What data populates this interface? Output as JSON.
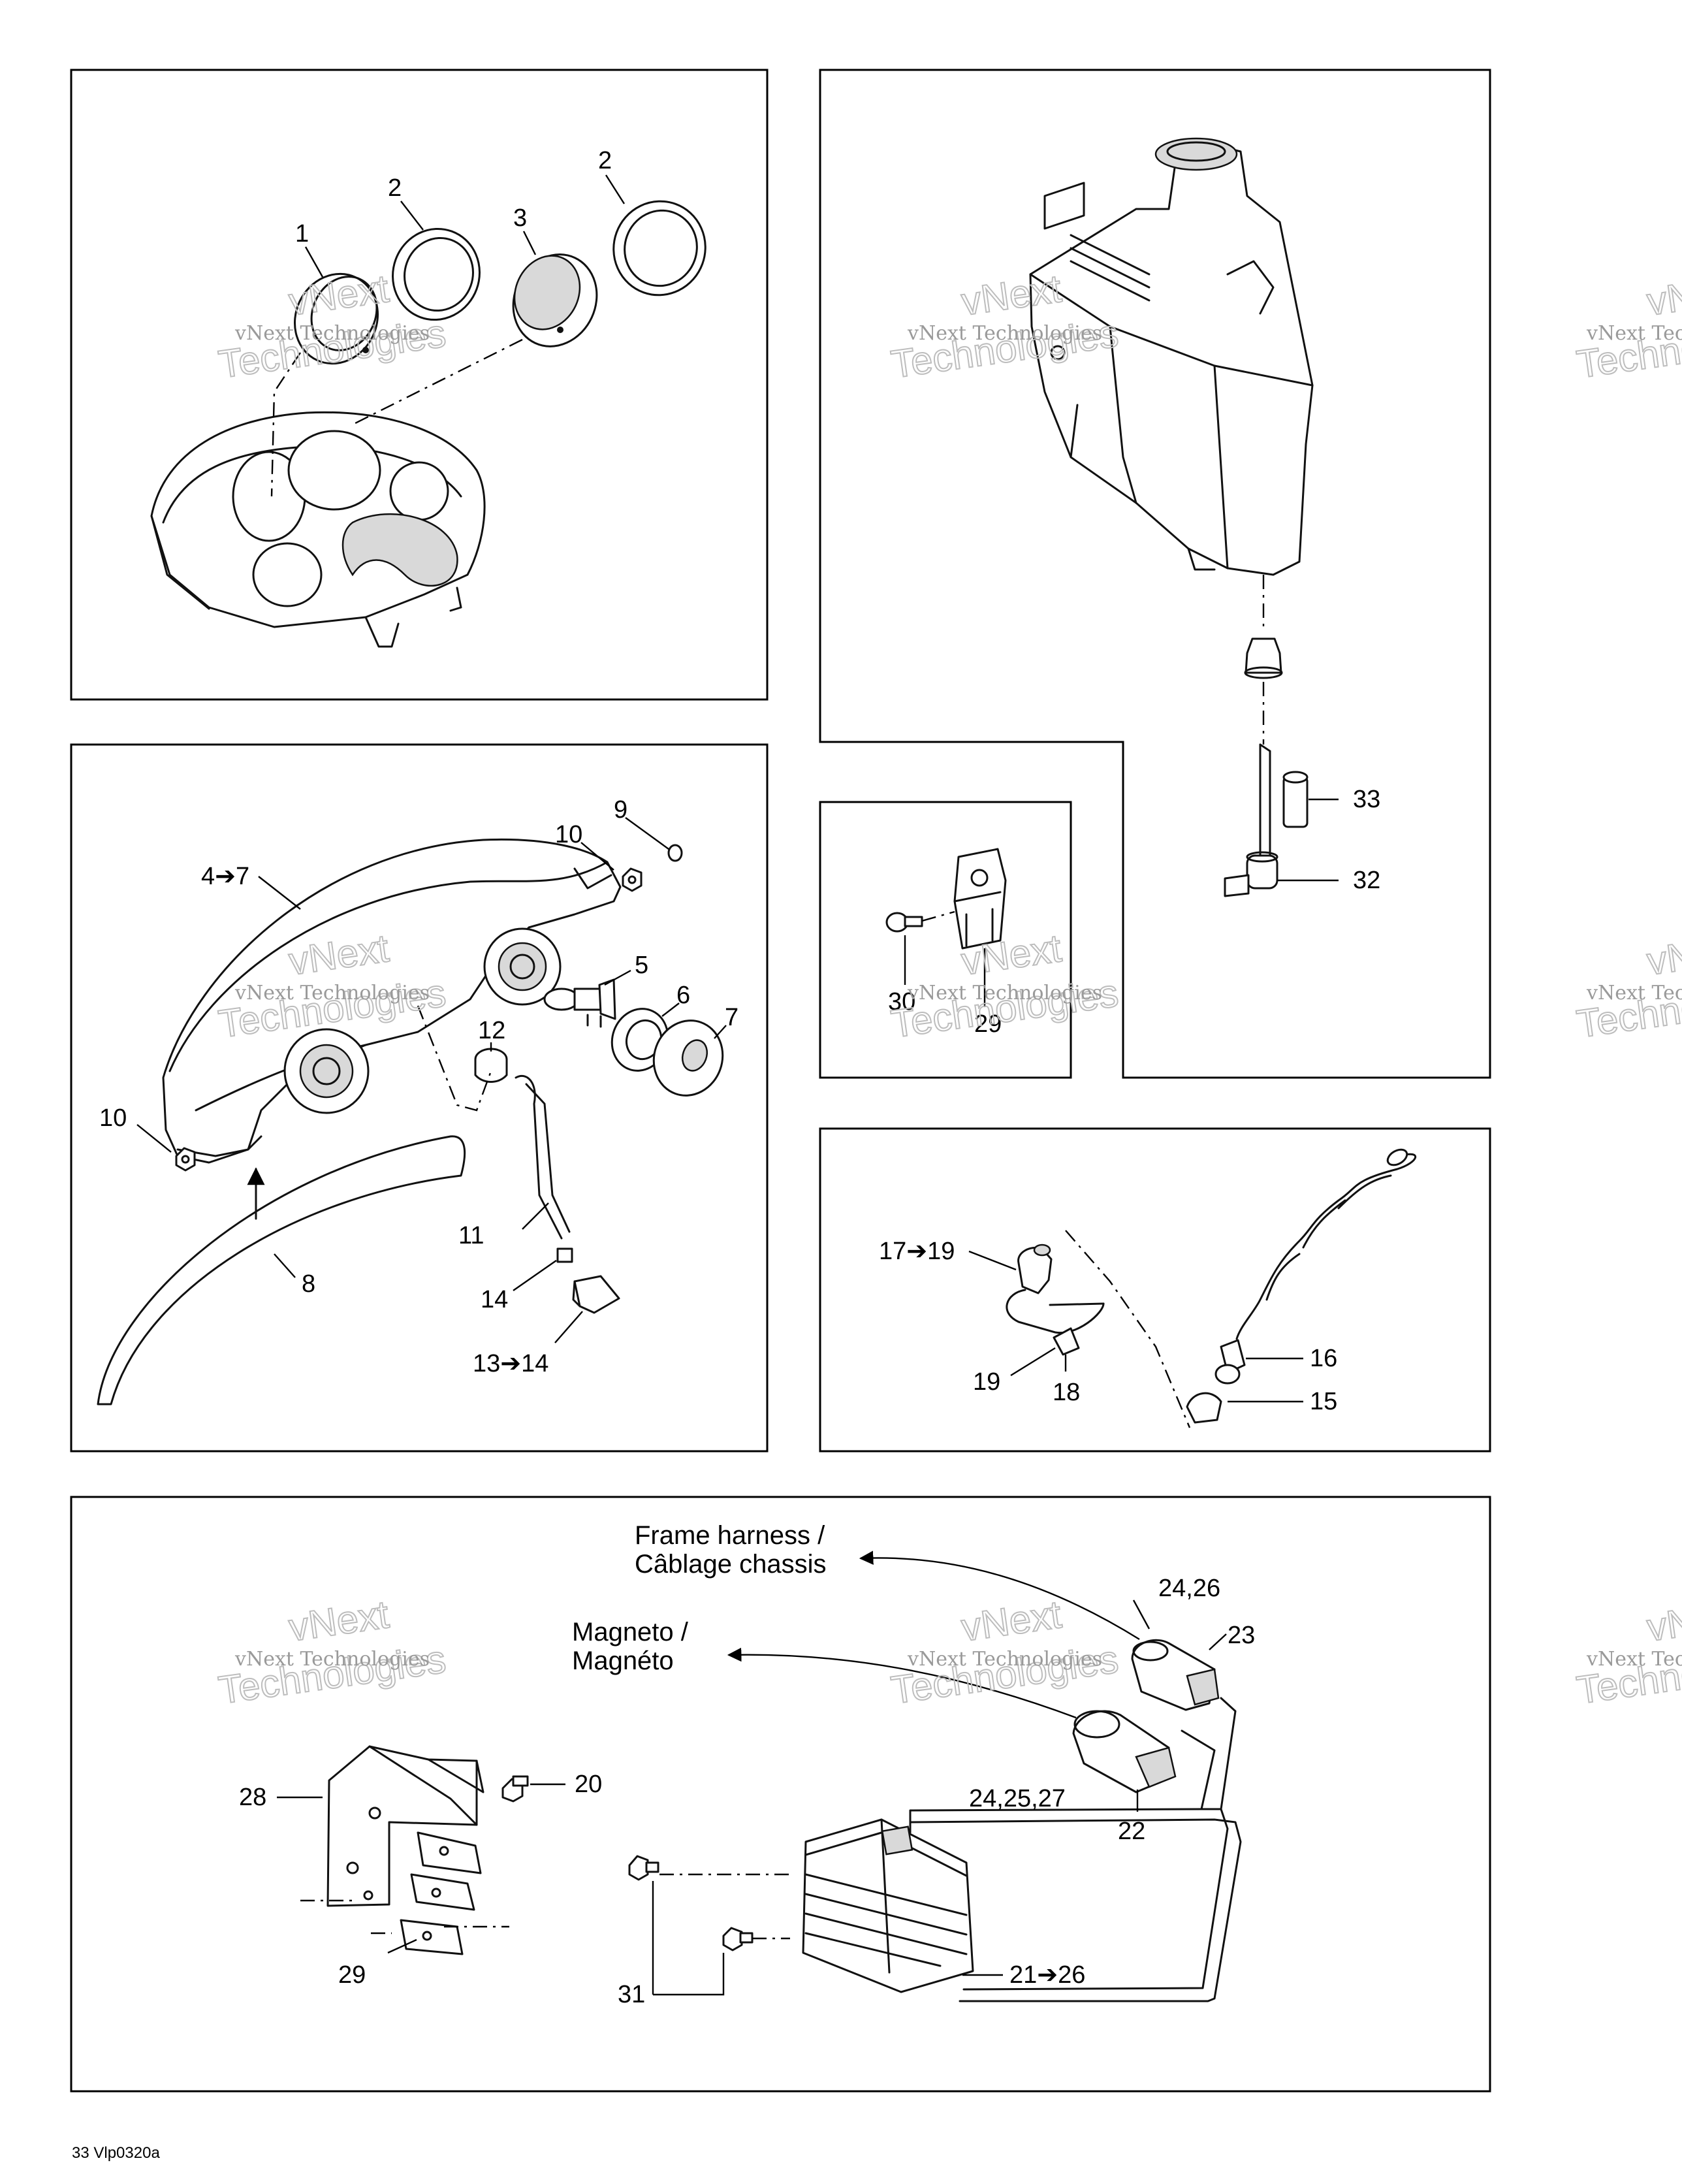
{
  "watermark": {
    "line1": "vNext Technologies",
    "line2": "Technologies",
    "top_word": "vNext"
  },
  "labels": {
    "p1": "1",
    "p2a": "2",
    "p2b": "2",
    "p3": "3",
    "p4_7": "4➔7",
    "p5": "5",
    "p6": "6",
    "p7": "7",
    "p8": "8",
    "p9": "9",
    "p10a": "10",
    "p10b": "10",
    "p11": "11",
    "p12": "12",
    "p13_14": "13➔14",
    "p14": "14",
    "p15": "15",
    "p16": "16",
    "p17_19": "17➔19",
    "p18": "18",
    "p19": "19",
    "p20": "20",
    "p21_26": "21➔26",
    "p22": "22",
    "p23": "23",
    "p24_26": "24,26",
    "p24_25_27": "24,25,27",
    "p28": "28",
    "p29a": "29",
    "p29b": "29",
    "p30": "30",
    "p31": "31",
    "p32": "32",
    "p33": "33"
  },
  "notes": {
    "frame_harness_1": "Frame harness /",
    "frame_harness_2": "Câblage chassis",
    "magneto_1": "Magneto /",
    "magneto_2": "Magnéto"
  },
  "figure_ref": "33 Vlp0320a"
}
